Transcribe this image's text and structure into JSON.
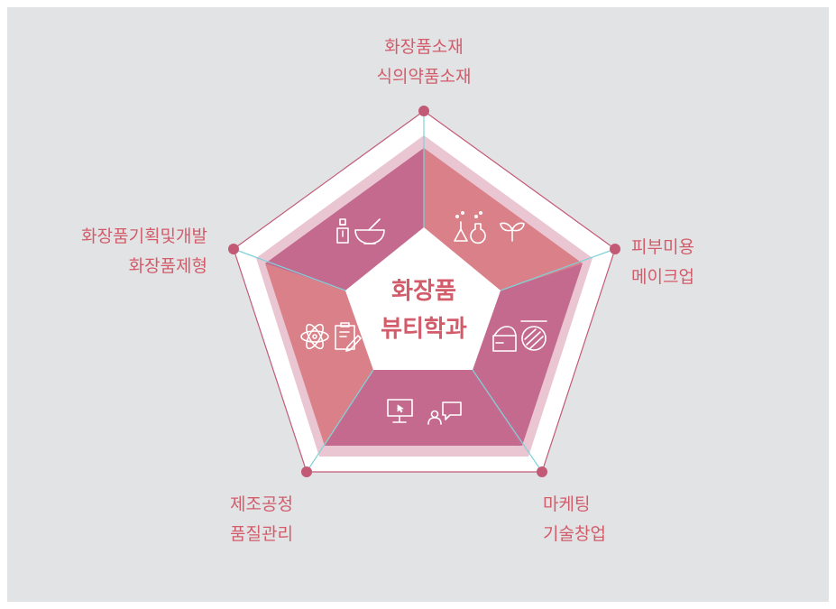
{
  "center": {
    "line1": "화장품",
    "line2": "뷰티학과"
  },
  "areas": [
    {
      "id": "top",
      "label_lines": [
        "화장품소재",
        "식의약품소재"
      ],
      "icons": [
        "flasks-icon",
        "sprout-icon"
      ]
    },
    {
      "id": "right",
      "label_lines": [
        "피부미용",
        "메이크업"
      ],
      "icons": [
        "cream-jar-icon",
        "compact-powder-icon"
      ]
    },
    {
      "id": "bottom-right",
      "label_lines": [
        "마케팅",
        "기술창업"
      ],
      "icons": [
        "monitor-cursor-icon",
        "person-chat-icon"
      ]
    },
    {
      "id": "bottom-left",
      "label_lines": [
        "제조공정",
        "품질관리"
      ],
      "icons": [
        "atom-icon",
        "clipboard-pencil-icon"
      ]
    },
    {
      "id": "left",
      "label_lines": [
        "화장품기획및개발",
        "화장품제형"
      ],
      "icons": [
        "dropper-bottle-icon",
        "mortar-pestle-icon"
      ]
    }
  ],
  "colors": {
    "background": "#e2e3e5",
    "segment_dark": "#c56a8f",
    "segment_light": "#d98088",
    "label_text": "#d35c6b",
    "axis_line": "#7fd2d8",
    "outline": "#c25a76",
    "vertex_dot": "#c25a76"
  }
}
